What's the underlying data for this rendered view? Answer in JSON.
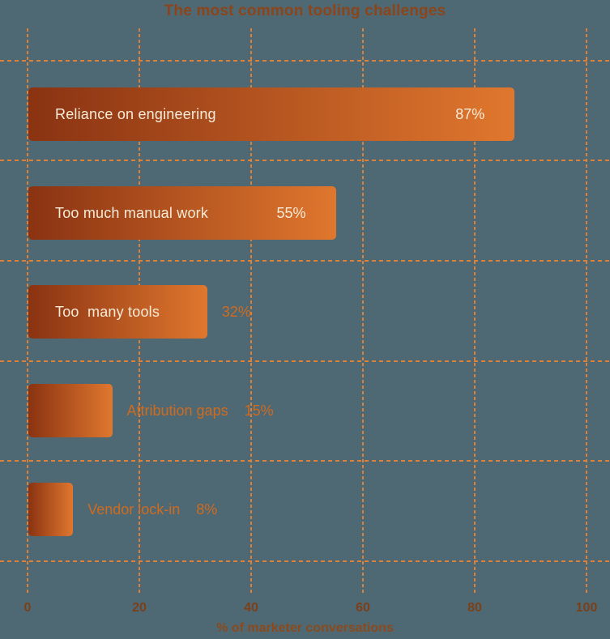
{
  "chart_data": {
    "type": "bar",
    "orientation": "horizontal",
    "title": "The most common tooling challenges",
    "xlabel": "% of marketer conversations",
    "xlim": [
      0,
      100
    ],
    "x_ticks": [
      0,
      20,
      40,
      60,
      80,
      100
    ],
    "grid": "dashed, both axes, orange",
    "legend": "none",
    "categories": [
      "Reliance on engineering",
      "Too much manual work",
      "Too  many tools",
      "Attribution gaps",
      "Vendor lock-in"
    ],
    "values": [
      87,
      55,
      32,
      15,
      8
    ],
    "value_labels": [
      "87%",
      "55%",
      "32%",
      "15%",
      "8%"
    ],
    "label_placement": [
      "inside",
      "inside",
      "inside-value-outside",
      "outside",
      "outside"
    ],
    "colors": {
      "background": "#4e6973",
      "bar_gradient_left": "#8a3312",
      "bar_gradient_right": "#e0772e",
      "gridline": "#dd8038",
      "title_text": "#8c451a",
      "tick_text": "#7b4019",
      "axis_label_text": "#8a4a1d",
      "inside_bar_text": "#f7ecda",
      "outside_bar_text": "#cf6b20"
    }
  }
}
